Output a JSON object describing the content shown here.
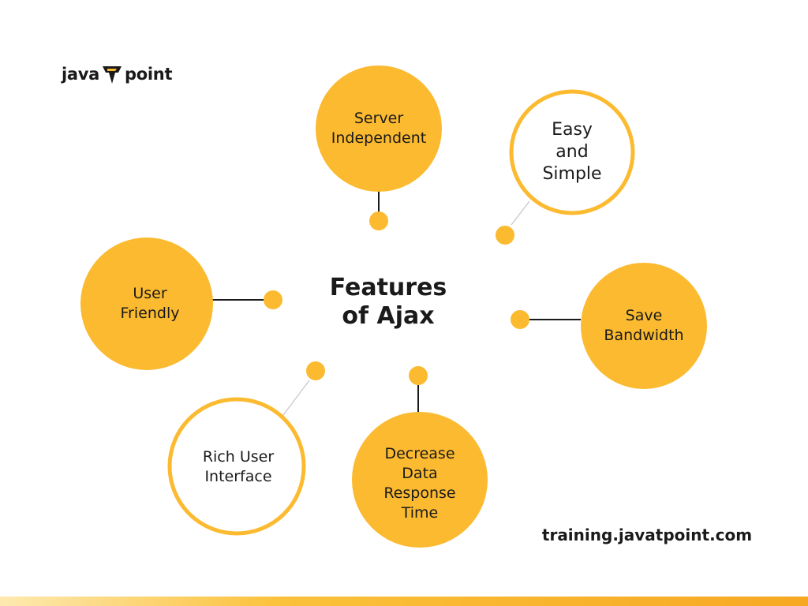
{
  "logo": {
    "text_left": "java",
    "text_right": "point",
    "mark_icon": "javatpoint-t-icon"
  },
  "center_title": "Features\nof Ajax",
  "features": [
    {
      "label": "Server\nIndependent",
      "style": "filled"
    },
    {
      "label": "Easy\nand\nSimple",
      "style": "outline"
    },
    {
      "label": "Save\nBandwidth",
      "style": "filled"
    },
    {
      "label": "Decrease\nData\nResponse\nTime",
      "style": "filled"
    },
    {
      "label": "Rich User\nInterface",
      "style": "outline"
    },
    {
      "label": "User\nFriendly",
      "style": "filled"
    }
  ],
  "footer": {
    "url": "training.javatpoint.com"
  },
  "colors": {
    "accent": "#FBBA30",
    "outline_connector": "#d0d0d0",
    "connector": "#1a1a1a",
    "text": "#1a1a1a"
  }
}
